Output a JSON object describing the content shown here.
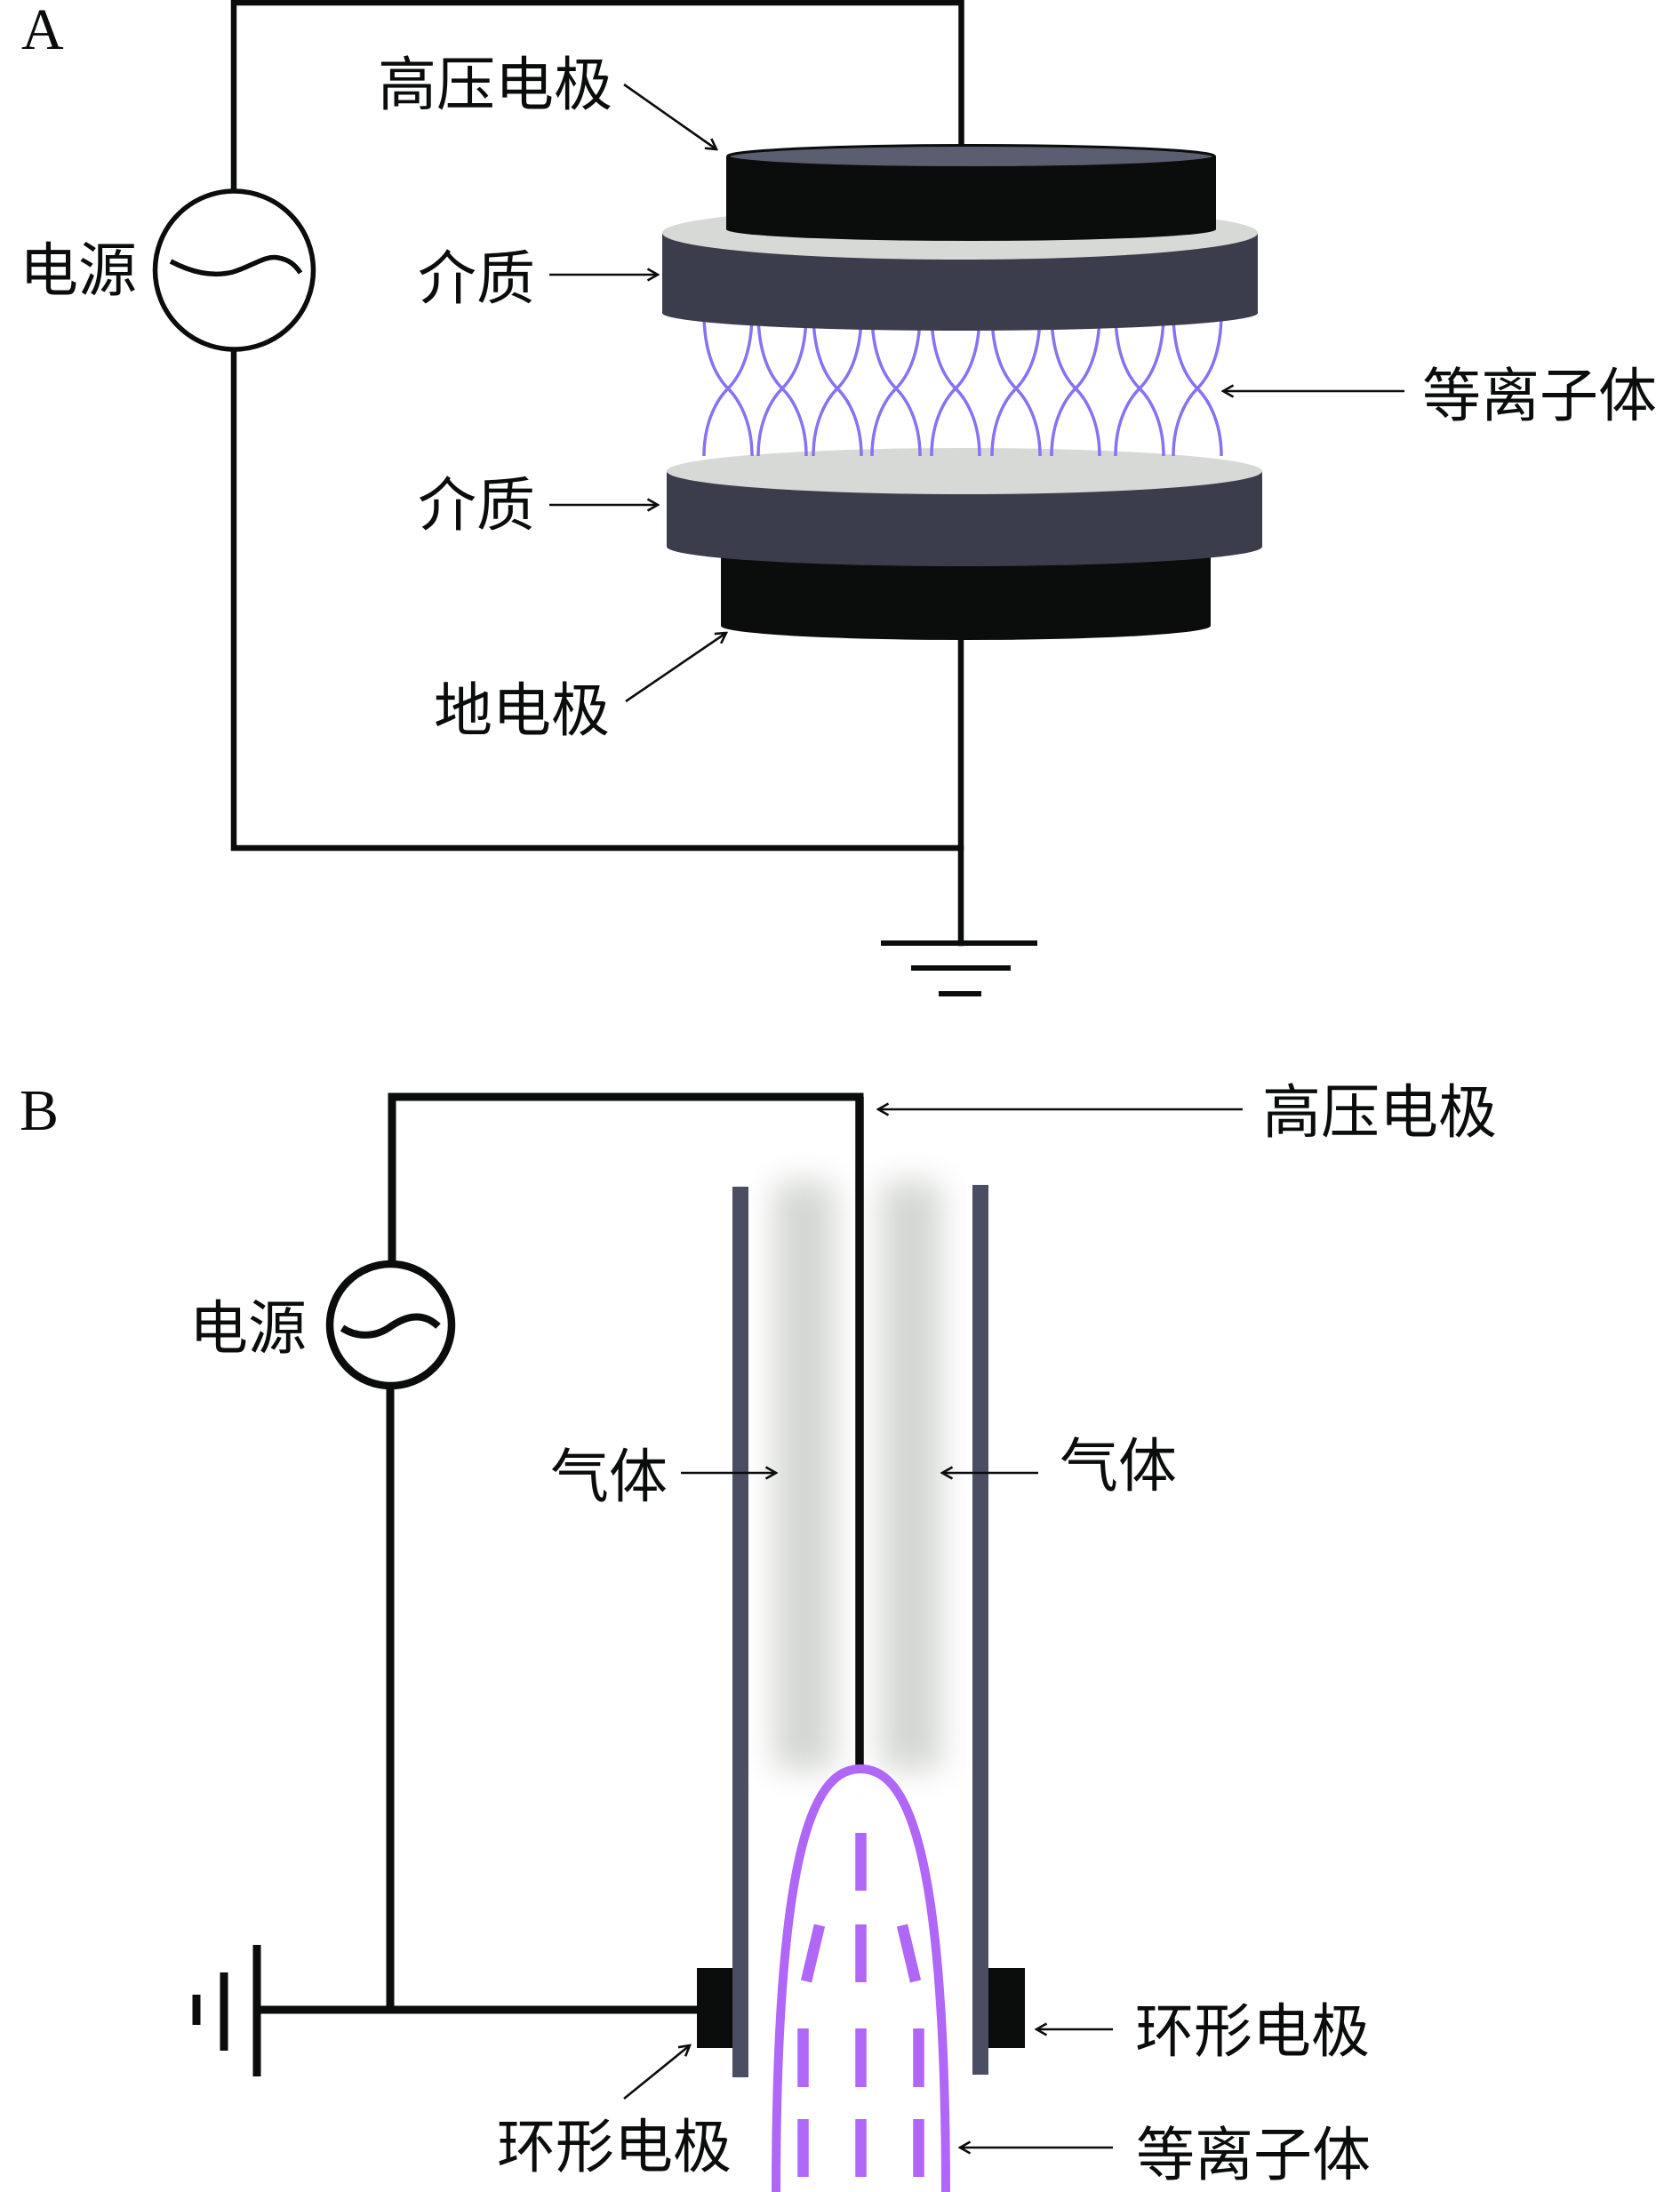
{
  "panel_a": {
    "label": "A",
    "high_voltage_electrode": "高压电极",
    "power_source": "电源",
    "dielectric_upper": "介质",
    "dielectric_lower": "介质",
    "plasma": "等离子体",
    "ground_electrode": "地电极"
  },
  "panel_b": {
    "label": "B",
    "high_voltage_electrode": "高压电极",
    "power_source": "电源",
    "gas_left": "气体",
    "gas_right": "气体",
    "ring_electrode_right": "环形电极",
    "ring_electrode_left": "环形电极",
    "plasma": "等离子体"
  },
  "icons": {
    "power_source": "ac-voltage-source-icon",
    "ground": "ground-icon",
    "pointer": "arrow-icon"
  },
  "colors": {
    "ink": "#0b0d0d",
    "background": "#ffffff",
    "electrode_face": "#5b5e70",
    "dielectric_face": "#d6d9d5",
    "dielectric_body": "#3c3d4c",
    "plasma_filament": "#8a70f2",
    "plasma_jet": "#b066f6",
    "tube_wall": "#4b4e62",
    "gas_glow": "#d2d5d0"
  }
}
